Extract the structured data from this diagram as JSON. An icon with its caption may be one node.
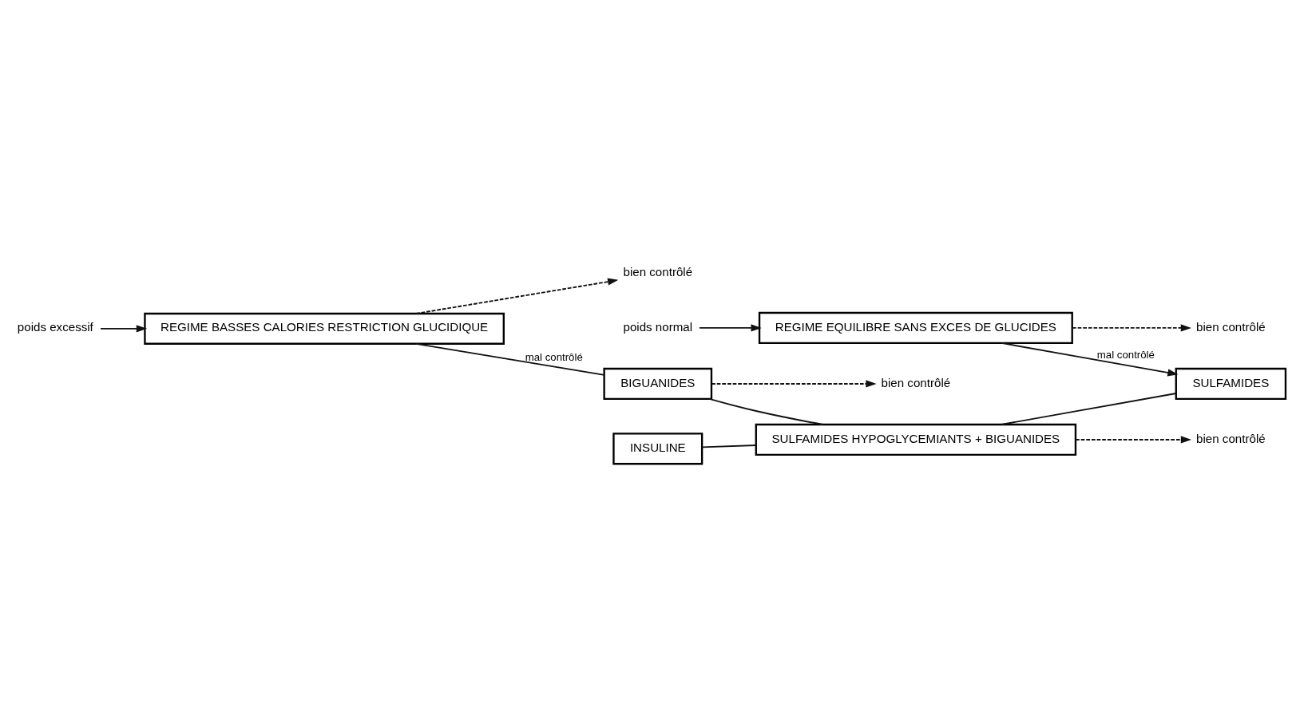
{
  "diagram": {
    "nodes": [
      {
        "text": [
          "poids excessif"
        ]
      },
      {
        "text": [
          "REGIME BASSES CALORIES RESTRICTION GLUCIDIQUE"
        ]
      },
      {
        "text": [
          "bien contrôlé"
        ]
      },
      {
        "text": [
          "BIGUANIDES"
        ]
      },
      {
        "text": [
          "bien contrôlé"
        ]
      },
      {
        "text": [
          "SULFAMIDES HYPOGLYCEMIANTS + BIGUANIDES"
        ]
      },
      {
        "text": [
          "INSULINE"
        ]
      },
      {
        "text": [
          "bien contrôlé"
        ]
      },
      {
        "text": [
          "SULFAMIDES"
        ]
      },
      {
        "text": [
          "poids normal"
        ]
      },
      {
        "text": [
          "REGIME EQUILIBRE SANS EXCES DE GLUCIDES"
        ]
      },
      {
        "text": [
          "bien contrôlé"
        ]
      }
    ],
    "edges": [
      {
        "from": 0,
        "to": 1,
        "arrow": "to"
      },
      {
        "from": 1,
        "to": 2,
        "arrow": "to",
        "style": "dashed"
      },
      {
        "from": 1,
        "to": 3,
        "arrow": "none",
        "label": "mal contrôlé"
      },
      {
        "from": 3,
        "to": 4,
        "arrow": "to",
        "style": "dashed"
      },
      {
        "from": 3,
        "to": 5,
        "arrow": "none"
      },
      {
        "from": 6,
        "to": 5,
        "arrow": "none"
      },
      {
        "from": 5,
        "to": 7,
        "arrow": "to",
        "style": "dashed"
      },
      {
        "from": 5,
        "to": 8,
        "arrow": "none"
      },
      {
        "from": 10,
        "to": 8,
        "arrow": "to",
        "label": "mal contrôlé"
      },
      {
        "from": 9,
        "to": 10,
        "arrow": "to"
      },
      {
        "from": 10,
        "to": 11,
        "arrow": "to",
        "style": "dashed"
      }
    ]
  }
}
